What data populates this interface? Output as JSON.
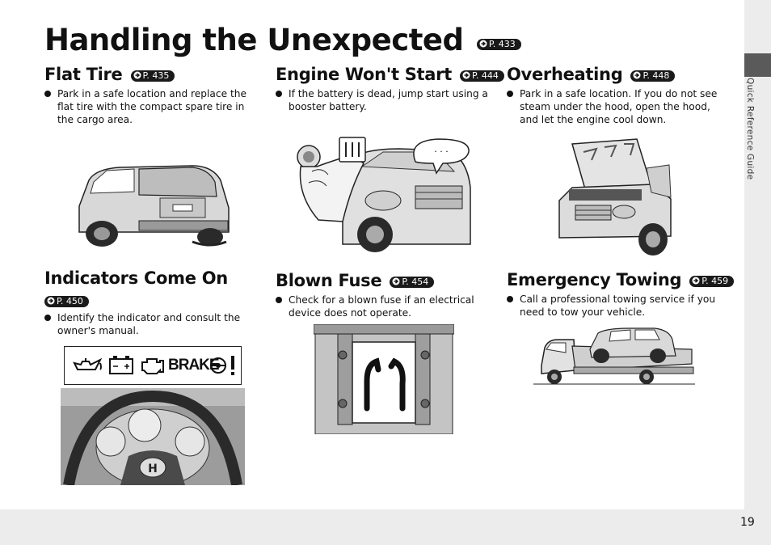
{
  "title": "Handling the Unexpected",
  "title_ref": "P. 433",
  "sidebar_label": "Quick Reference Guide",
  "page_number": "19",
  "sections": {
    "flat_tire": {
      "heading": "Flat Tire",
      "ref": "P. 435",
      "text": "Park in a safe location and replace the flat tire with the compact spare tire in the cargo area."
    },
    "engine": {
      "heading": "Engine Won't Start",
      "ref": "P. 444",
      "text": "If the battery is dead, jump start using a booster battery."
    },
    "overheating": {
      "heading": "Overheating",
      "ref": "P. 448",
      "text": "Park in a safe location. If you do not see steam under the hood, open the hood, and let the engine cool down."
    },
    "indicators": {
      "heading": "Indicators Come On",
      "ref": "P. 450",
      "text": "Identify the indicator and consult the owner's manual."
    },
    "blown_fuse": {
      "heading": "Blown Fuse",
      "ref": "P. 454",
      "text": "Check for a blown fuse if an electrical device does not operate."
    },
    "towing": {
      "heading": "Emergency Towing",
      "ref": "P. 459",
      "text": "Call a professional towing service if you need to tow your vehicle."
    }
  },
  "indicator_icons": [
    "oil-pressure-icon",
    "battery-charge-icon",
    "check-engine-icon",
    "brake-warning-icon"
  ],
  "brake_label": "BRAKE",
  "speech_bubble": "· · ·"
}
